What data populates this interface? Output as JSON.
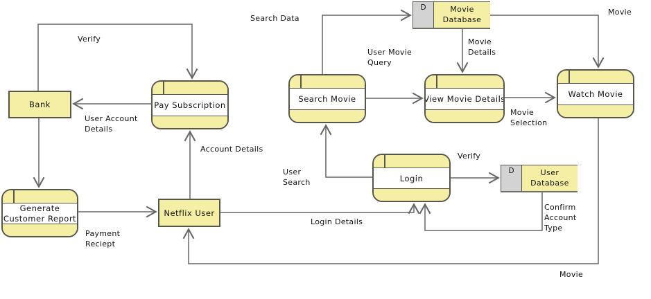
{
  "diagram_type": "data-flow-diagram",
  "colors": {
    "node_fill": "#f5efa6",
    "datastore_gray": "#d3d3d3",
    "shape_border": "#56564a",
    "connector": "#666666",
    "background": "#ffffff"
  },
  "nodes": {
    "bank": {
      "label": "Bank",
      "type": "external-entity"
    },
    "netflix_user": {
      "label": "Netflix User",
      "type": "external-entity"
    },
    "pay_subscription": {
      "label": "Pay Subscription",
      "type": "process"
    },
    "generate_customer_report": {
      "label": "Generate Customer Report",
      "type": "process"
    },
    "search_movie": {
      "label": "Search Movie",
      "type": "process"
    },
    "view_movie_details": {
      "label": "View Movie Details",
      "type": "process"
    },
    "watch_movie": {
      "label": "Watch Movie",
      "type": "process"
    },
    "login": {
      "label": "Login",
      "type": "process"
    },
    "movie_database": {
      "d": "D",
      "label": "Movie\nDatabase",
      "type": "data-store"
    },
    "user_database": {
      "d": "D",
      "label": "User\nDatabase",
      "type": "data-store"
    }
  },
  "flow_labels": {
    "verify_top": "Verify",
    "search_data": "Search Data",
    "user_movie_query": "User Movie\nQuery",
    "movie_details": "Movie\nDetails",
    "movie_top": "Movie",
    "user_account_details": "User Account\nDetails",
    "account_details": "Account Details",
    "movie_selection": "Movie\nSelection",
    "verify_mid": "Verify",
    "user_search": "User\nSearch",
    "confirm_account_type": "Confirm\nAccount\nType",
    "login_details": "Login Details",
    "payment_reciept": "Payment\nReciept",
    "movie_bottom": "Movie"
  }
}
